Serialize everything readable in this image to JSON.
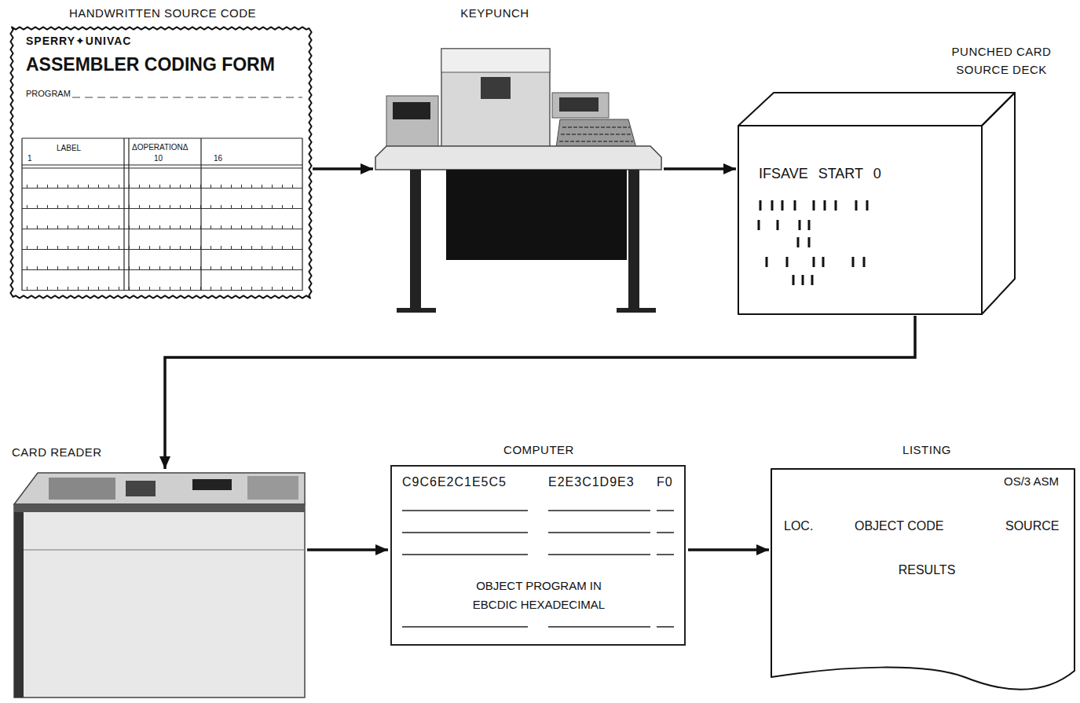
{
  "diagram": {
    "nodes": [
      {
        "text": [
          "HANDWRITTEN SOURCE CODE",
          "SPERRY✦UNIVAC",
          "ASSEMBLER CODING FORM",
          "PROGRAM",
          "LABEL",
          "ΔOPERATIONΔ",
          "1",
          "10",
          "16"
        ]
      },
      {
        "text": [
          "KEYPUNCH"
        ]
      },
      {
        "text": [
          "PUNCHED CARD SOURCE DECK",
          "IFSAVE START 0"
        ]
      },
      {
        "text": [
          "CARD READER"
        ]
      },
      {
        "text": [
          "COMPUTER",
          "C9C6E2C1E5C5",
          "E2E3C1D9E3",
          "F0",
          "OBJECT PROGRAM IN EBCDIC HEXADECIMAL"
        ]
      },
      {
        "text": [
          "LISTING",
          "OS/3 ASM",
          "LOC.",
          "OBJECT CODE",
          "SOURCE",
          "RESULTS"
        ]
      }
    ],
    "edges": [
      {
        "from": 0,
        "to": 1,
        "arrow": "to"
      },
      {
        "from": 1,
        "to": 2,
        "arrow": "to"
      },
      {
        "from": 2,
        "to": 3,
        "arrow": "to"
      },
      {
        "from": 3,
        "to": 4,
        "arrow": "to"
      },
      {
        "from": 4,
        "to": 5,
        "arrow": "to"
      }
    ]
  }
}
